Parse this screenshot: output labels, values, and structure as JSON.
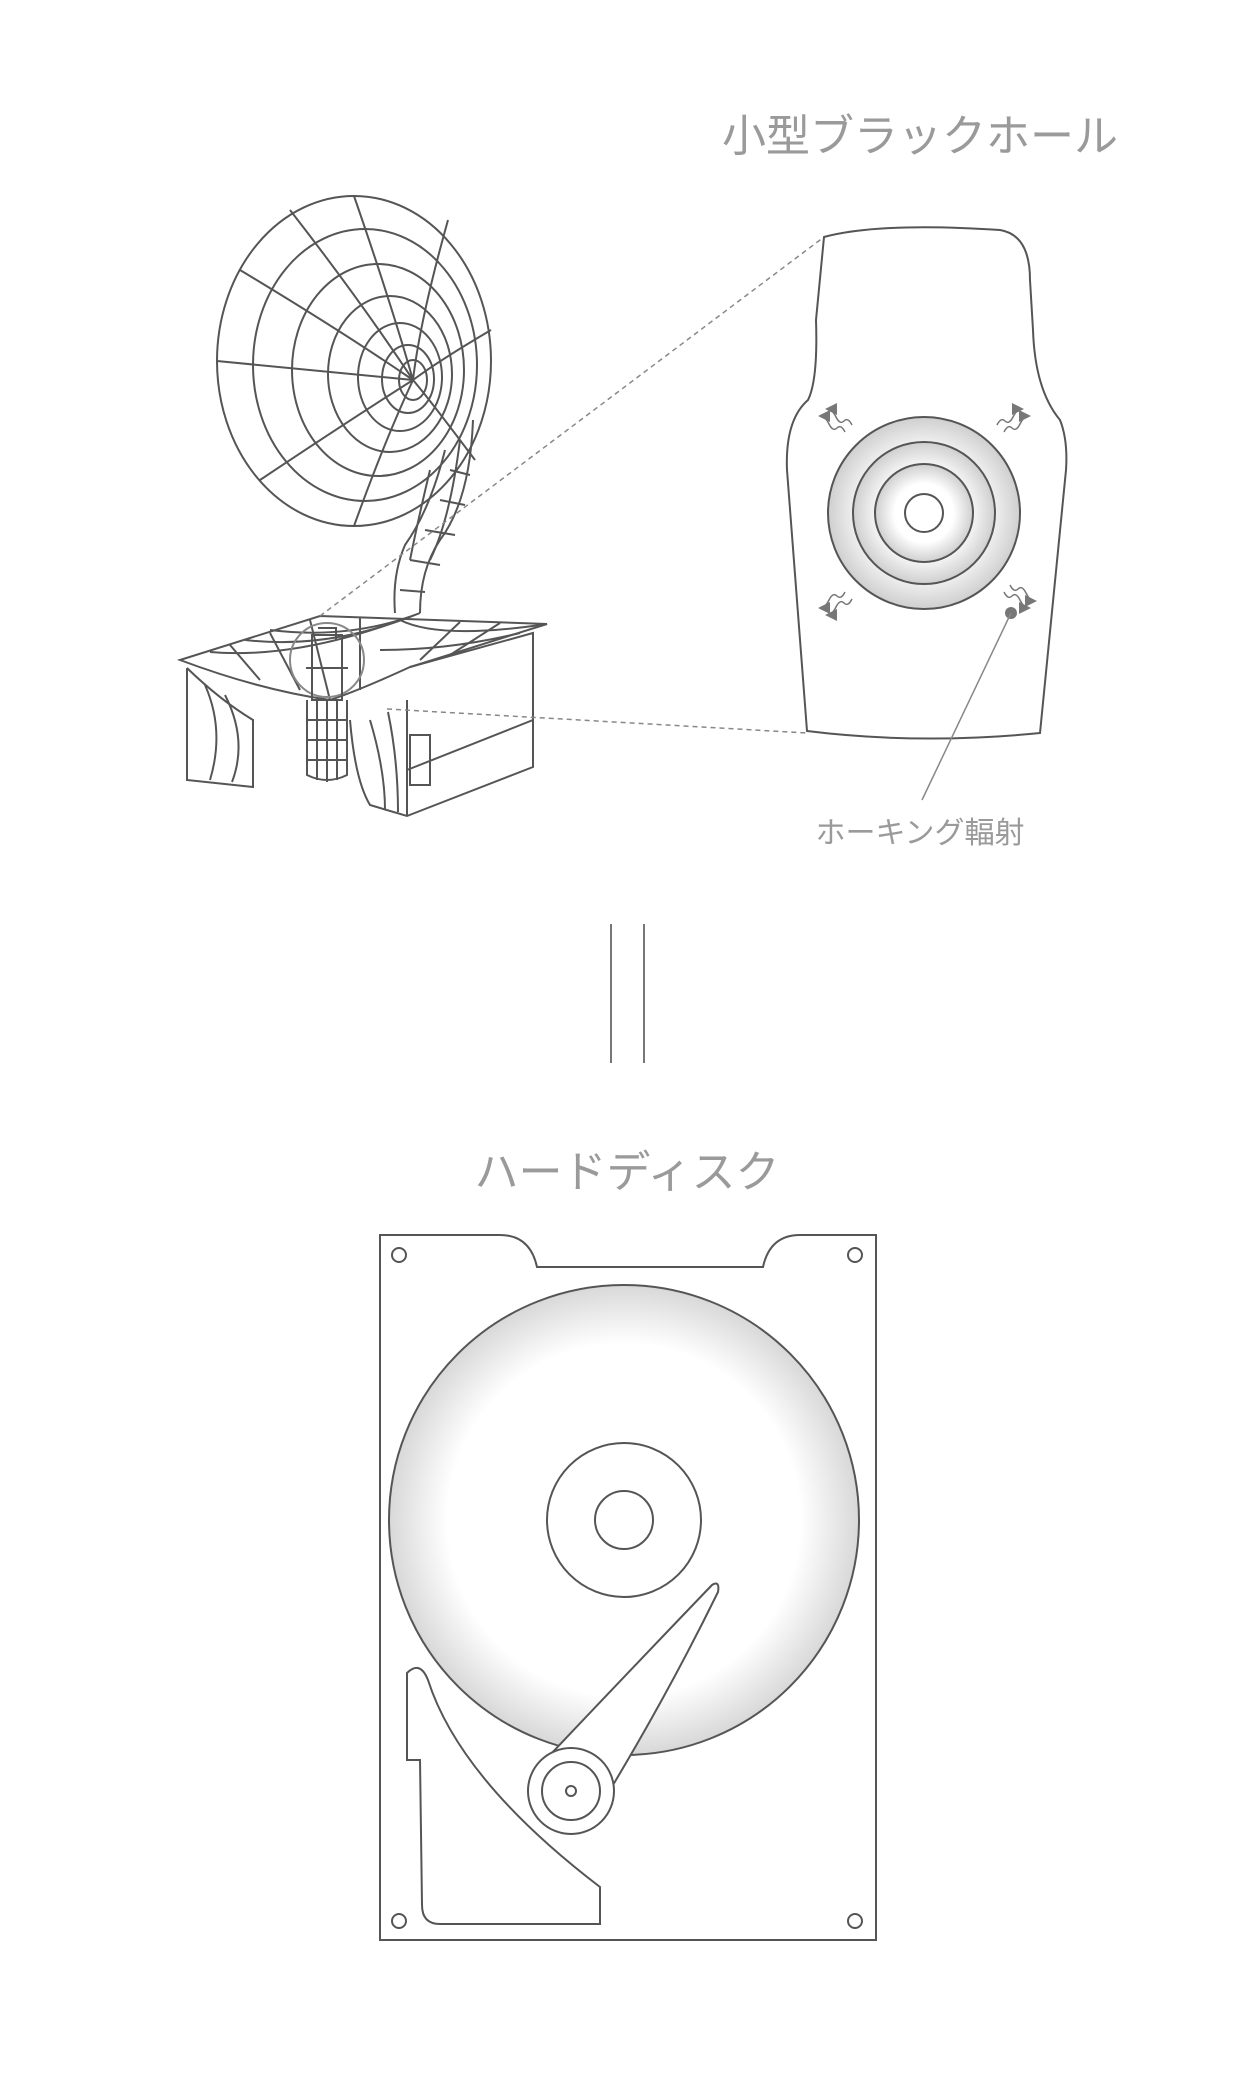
{
  "labels": {
    "black_hole_title": "小型ブラックホール",
    "hawking_radiation": "ホーキング輻射",
    "hard_disk_title": "ハードディスク"
  },
  "equivalence_symbol": "=",
  "colors": {
    "line": "#555555",
    "label": "#9a9a9a",
    "dashed": "#888888"
  }
}
